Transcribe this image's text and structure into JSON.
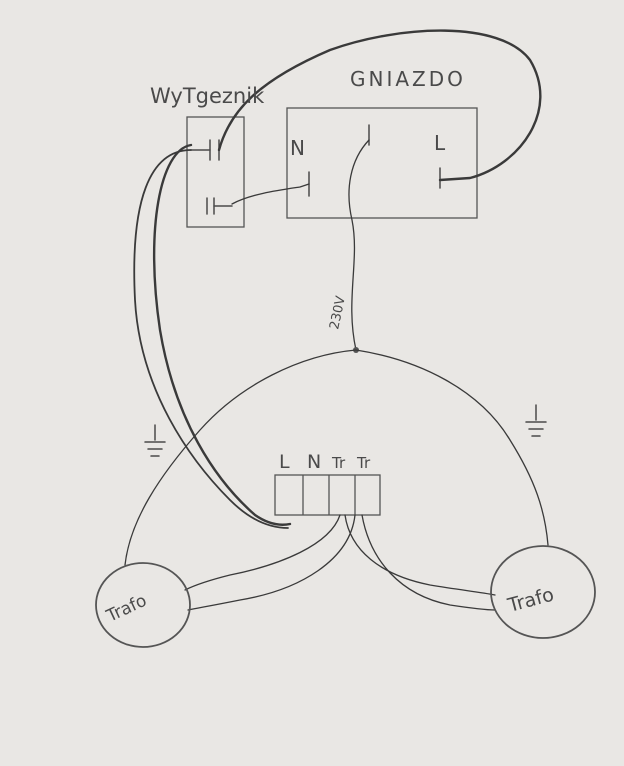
{
  "labels": {
    "switch": "WyTgeznik",
    "socket": "GNIAZDO",
    "socket_n": "N",
    "socket_l": "L",
    "mains_voltage": "230V",
    "terminal_l": "L",
    "terminal_n": "N",
    "terminal_tr1": "Tr",
    "terminal_tr2": "Tr",
    "trafo_left": "Trafo",
    "trafo_right": "Trafo"
  },
  "icons": {
    "ground_left": "ground-icon",
    "ground_right": "ground-icon"
  },
  "colors": {
    "paper": "#e9e7e4",
    "pencil": "#3a3a3a"
  }
}
